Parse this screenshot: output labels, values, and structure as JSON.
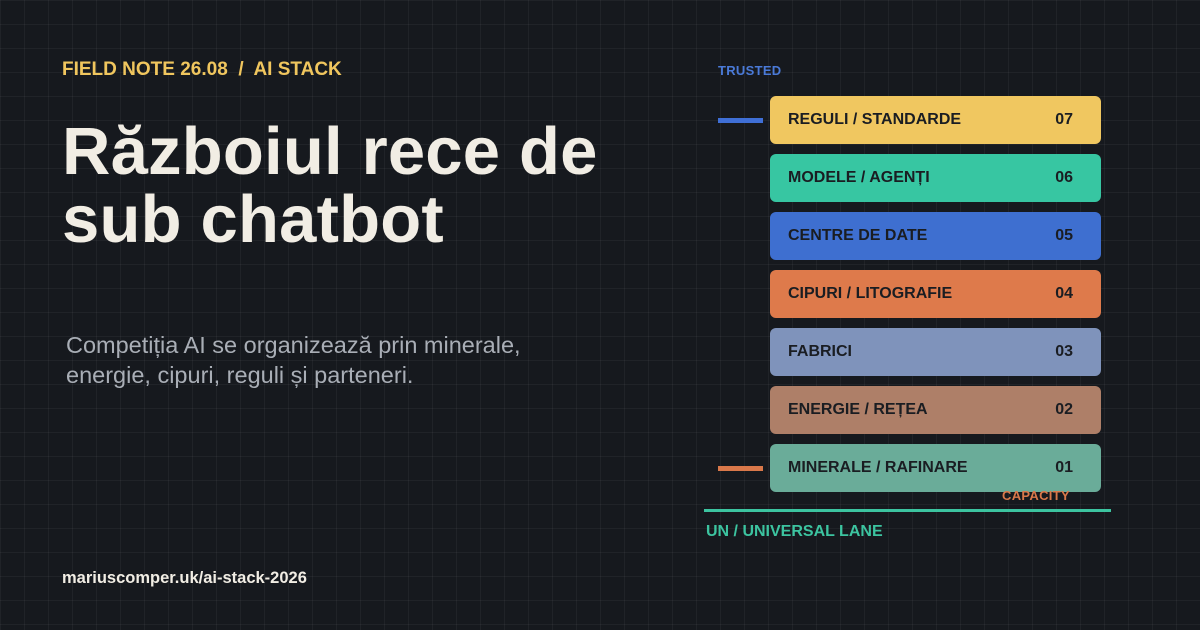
{
  "header": {
    "kicker": "FIELD NOTE 26.08  /  AI STACK"
  },
  "headline": {
    "title": "Războiul rece de sub chatbot",
    "subtitle": "Competiția AI se organizează prin minerale, energie, cipuri, reguli și parteneri."
  },
  "footer": {
    "url": "mariuscomper.uk/ai-stack-2026"
  },
  "diagram": {
    "top_label": "TRUSTED",
    "capacity_label": "CAPACITY",
    "lane_label": "UN / UNIVERSAL LANE",
    "colors": {
      "trusted_marker": "#3f6fd6",
      "capacity_marker": "#d9784a",
      "lane": "#3cc4a0"
    },
    "layers": [
      {
        "label": "REGULI / STANDARDE",
        "num": "07",
        "color": "#f0c760"
      },
      {
        "label": "MODELE / AGENȚI",
        "num": "06",
        "color": "#37c6a2"
      },
      {
        "label": "CENTRE DE DATE",
        "num": "05",
        "color": "#3e6fd0"
      },
      {
        "label": "CIPURI / LITOGRAFIE",
        "num": "04",
        "color": "#de7a4b"
      },
      {
        "label": "FABRICI",
        "num": "03",
        "color": "#7f93bb"
      },
      {
        "label": "ENERGIE / REȚEA",
        "num": "02",
        "color": "#ae7f68"
      },
      {
        "label": "MINERALE / RAFINARE",
        "num": "01",
        "color": "#6aac99"
      }
    ]
  }
}
